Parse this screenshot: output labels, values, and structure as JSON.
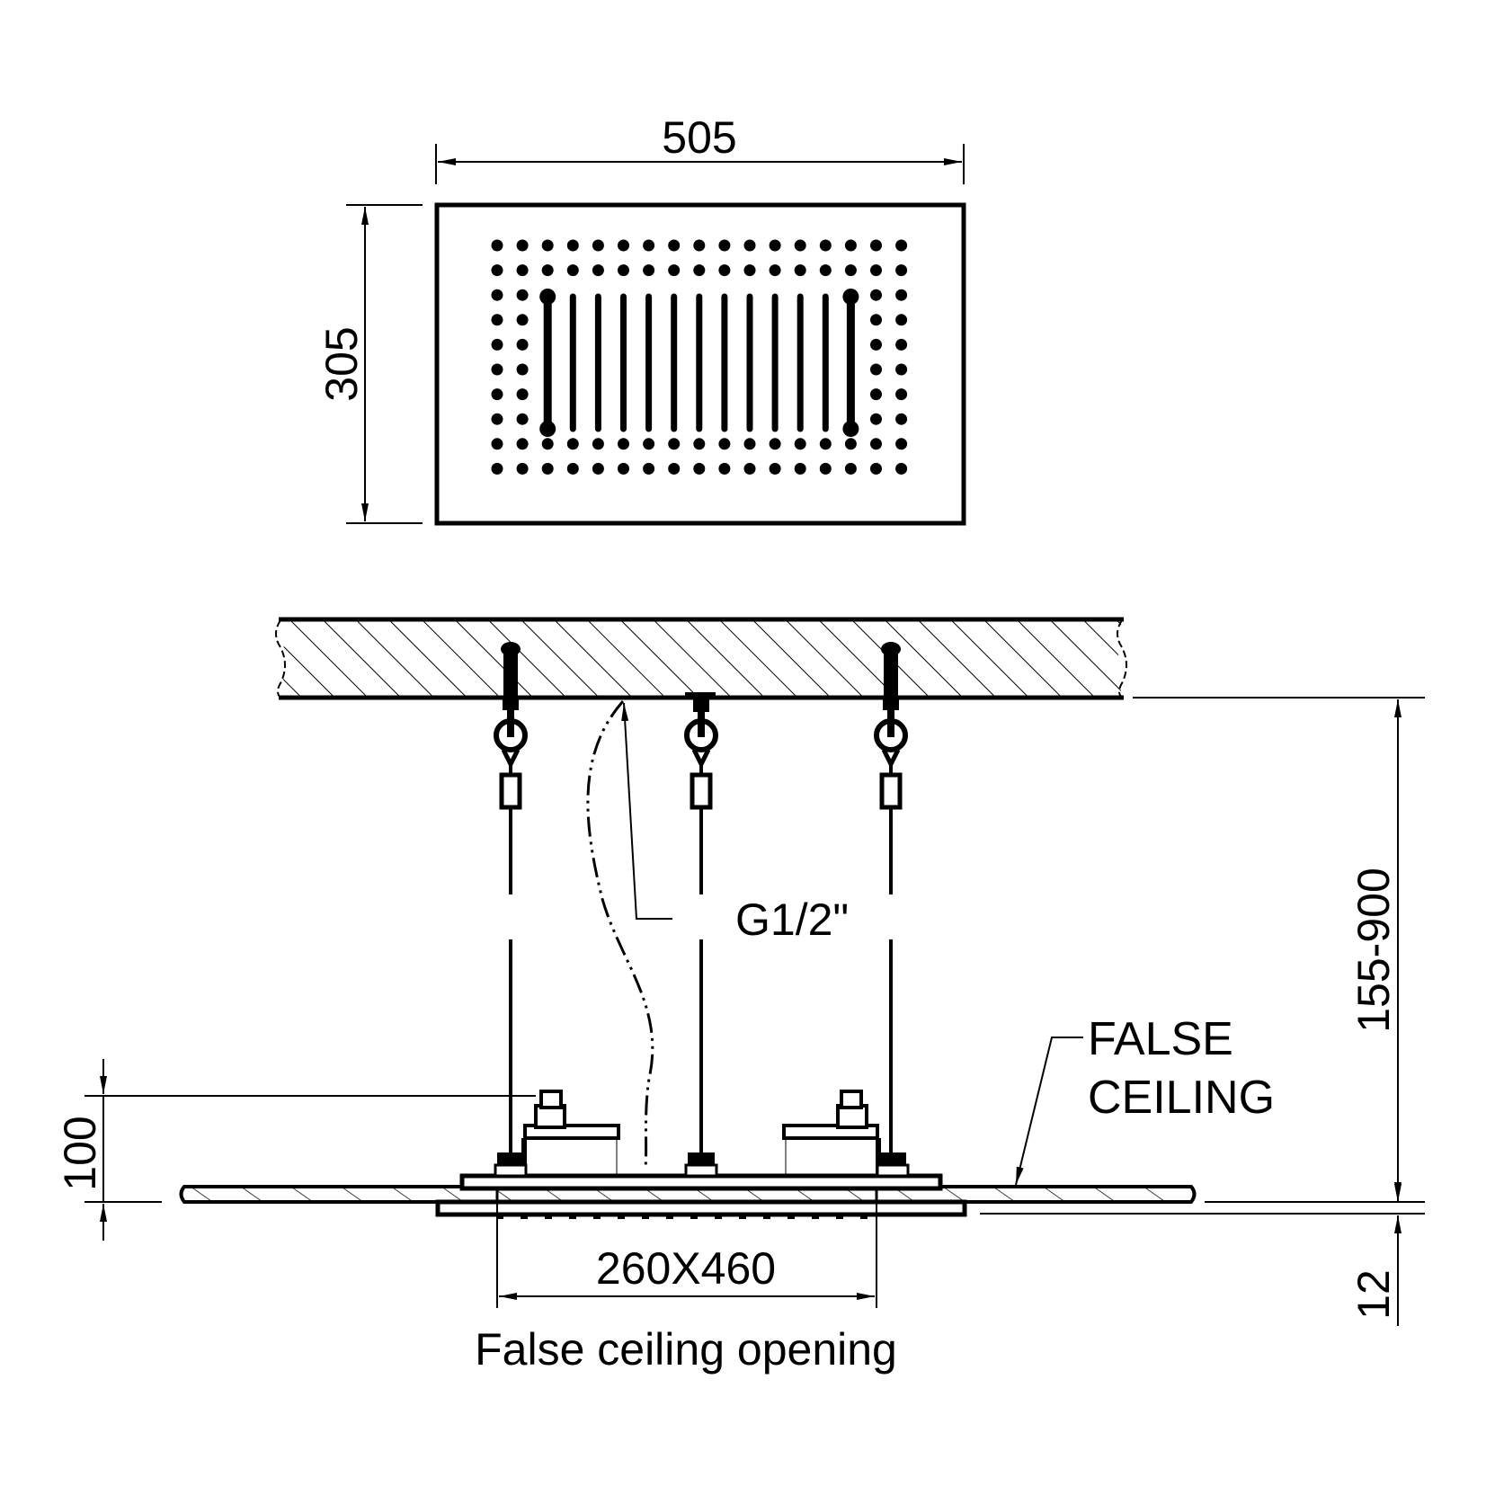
{
  "top_view": {
    "width_dim": "505",
    "height_dim": "305"
  },
  "side_view": {
    "connection_label": "G1/2\"",
    "suspension_range_dim": "155-900",
    "false_ceiling_label_line1": "FALSE",
    "false_ceiling_label_line2": "CEILING",
    "body_height_dim": "100",
    "plate_thickness_dim": "12",
    "opening_dim": "260X460",
    "opening_caption": "False ceiling opening"
  }
}
